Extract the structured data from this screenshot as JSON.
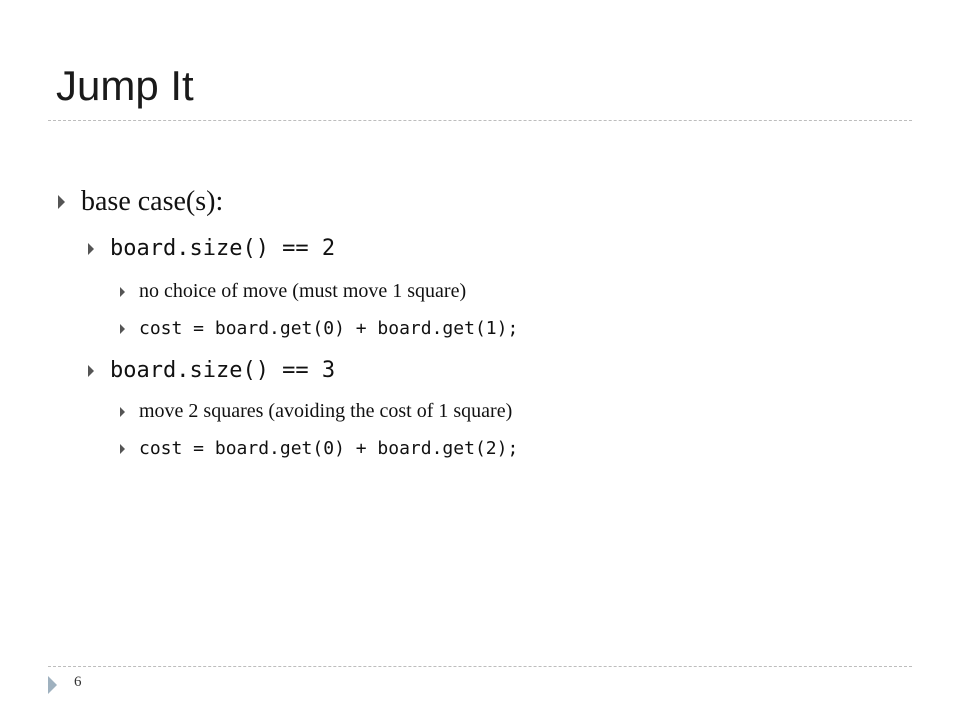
{
  "slide": {
    "title": "Jump It",
    "page_number": "6",
    "bullets": {
      "base_case": "base case(s):",
      "size2": "board.size() == 2",
      "size2_note": "no choice of move (must move 1 square)",
      "size2_cost": "cost = board.get(0) + board.get(1);",
      "size3": "board.size() == 3",
      "size3_note": "move 2 squares (avoiding the cost of 1 square)",
      "size3_cost": "cost = board.get(0) + board.get(2);"
    }
  },
  "icons": {
    "bullet": "triangle-right-icon",
    "footer": "triangle-right-icon"
  },
  "colors": {
    "bullet": "#555555",
    "footer_marker": "#9fb1bf",
    "rule": "#bdbdbd"
  }
}
